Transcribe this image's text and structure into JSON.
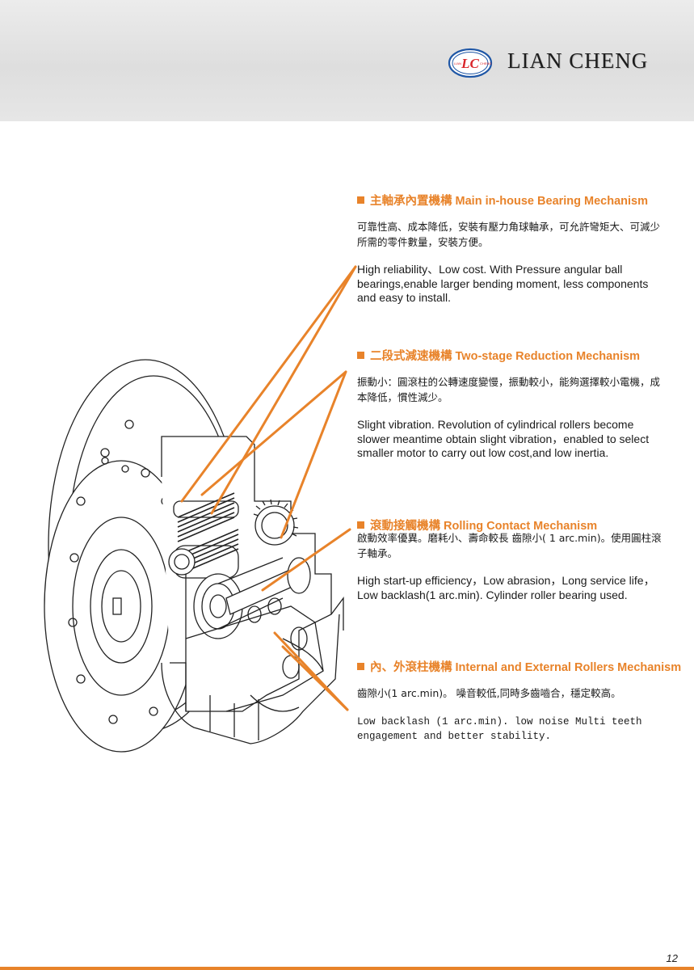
{
  "brand": {
    "logo_text": "LC",
    "logo_left": "LIAN",
    "logo_right": "CHENG",
    "name": "LIAN CHENG"
  },
  "sections": [
    {
      "title": "主軸承內置機構 Main in-house Bearing Mechanism",
      "zh": "可靠性高、成本降低，安裝有壓力角球軸承，可允許彎矩大、可減少所需的零件數量，安裝方便。",
      "en": "High reliability、Low cost. With Pressure angular ball bearings,enable larger bending moment, less components and easy to install."
    },
    {
      "title": "二段式減速機構 Two-stage Reduction Mechanism",
      "zh": "振動小：圓滾柱的公轉速度變慢，振動較小，能夠選擇較小電機，成本降低，慣性減少。",
      "en": "Slight vibration. Revolution of cylindrical rollers become slower meantime obtain slight vibration，enabled to select smaller motor to carry out low cost,and low inertia."
    },
    {
      "title": "滾動接觸機構 Rolling Contact Mechanism",
      "zh": "啟動效率優異。磨耗小、壽命較長 齒隙小( 1 arc.min)。使用圓柱滾子軸承。",
      "en": "High start-up efficiency，Low abrasion，Long service life， Low backlash(1 arc.min). Cylinder roller bearing used."
    },
    {
      "title": "內、外滾柱機構 Internal and External Rollers Mechanism",
      "zh": "齒隙小(1 arc.min)。 噪音較低,同時多齒嚙合，穩定較高。",
      "en": "Low backlash (1 arc.min). low noise Multi teeth engagement and better stability."
    }
  ],
  "page_number": "12",
  "colors": {
    "accent": "#e8832a",
    "logo_red": "#d9252a",
    "logo_blue": "#1f57a6"
  }
}
